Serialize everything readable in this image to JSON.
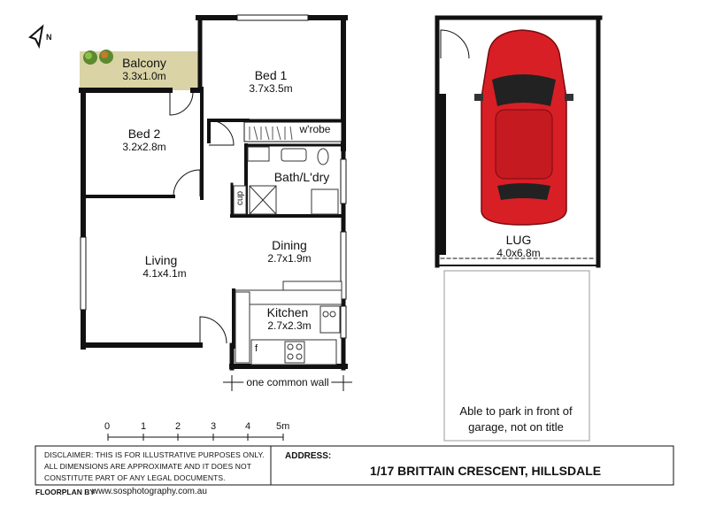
{
  "rooms": {
    "balcony": {
      "name": "Balcony",
      "dims": "3.3x1.0m"
    },
    "bed1": {
      "name": "Bed 1",
      "dims": "3.7x3.5m"
    },
    "bed2": {
      "name": "Bed 2",
      "dims": "3.2x2.8m"
    },
    "wrobe": {
      "name": "w'robe"
    },
    "bath": {
      "name": "Bath/L'dry"
    },
    "cup": {
      "name": "cup"
    },
    "living": {
      "name": "Living",
      "dims": "4.1x4.1m"
    },
    "dining": {
      "name": "Dining",
      "dims": "2.7x1.9m"
    },
    "kitchen": {
      "name": "Kitchen",
      "dims": "2.7x2.3m"
    },
    "fridge": {
      "name": "f"
    },
    "lug": {
      "name": "LUG",
      "dims": "4.0x6.8m"
    }
  },
  "common_wall_label": "one common wall",
  "parking_note": [
    "Able to park in front of",
    "garage, not on title"
  ],
  "scale": {
    "ticks": [
      "0",
      "1",
      "2",
      "3",
      "4",
      "5m"
    ]
  },
  "compass": {
    "label": "N"
  },
  "disclaimer": {
    "lines": [
      "DISCLAIMER: THIS IS FOR ILLUSTRATIVE PURPOSES ONLY.",
      "ALL DIMENSIONS ARE APPROXIMATE AND IT DOES NOT",
      "CONSTITUTE PART OF ANY LEGAL DOCUMENTS."
    ]
  },
  "address": {
    "label": "ADDRESS:",
    "value": "1/17 BRITTAIN CRESCENT, HILLSDALE"
  },
  "credit": {
    "label": "FLOORPLAN BY",
    "url": "www.sosphotography.com.au"
  },
  "colors": {
    "wall": "#111111",
    "balcony": "#d9d3a6",
    "car": "#d81f26"
  }
}
